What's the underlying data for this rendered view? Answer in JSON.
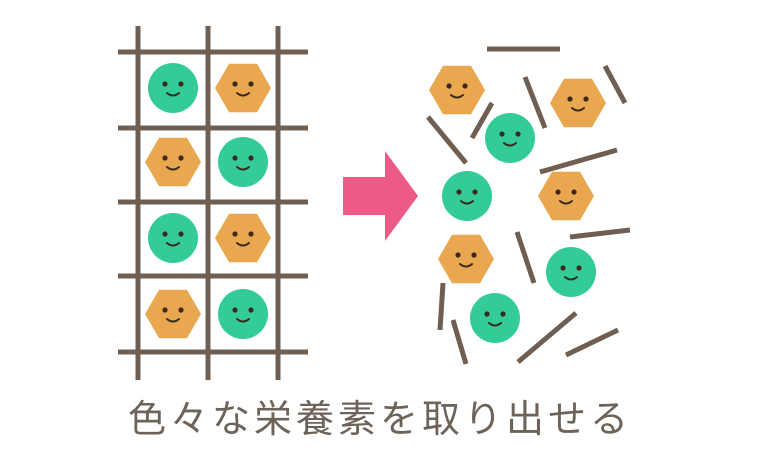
{
  "caption": "色々な栄養素を取り出せる",
  "colors": {
    "background": "#ffffff",
    "grid": "#6f5f52",
    "stick": "#6f5f52",
    "circle": "#33cc99",
    "hexagon": "#e9a84f",
    "face": "#3a2a1e",
    "arrow": "#ee5a86",
    "caption": "#6e6358"
  },
  "icons": {
    "circle": "green-circle-smiley-icon",
    "hexagon": "orange-hexagon-smiley-icon",
    "arrow": "right-arrow-icon"
  },
  "grid": {
    "rows": 4,
    "cols": 2,
    "cells": [
      [
        "circle",
        "hexagon"
      ],
      [
        "hexagon",
        "circle"
      ],
      [
        "circle",
        "hexagon"
      ],
      [
        "hexagon",
        "circle"
      ]
    ]
  }
}
